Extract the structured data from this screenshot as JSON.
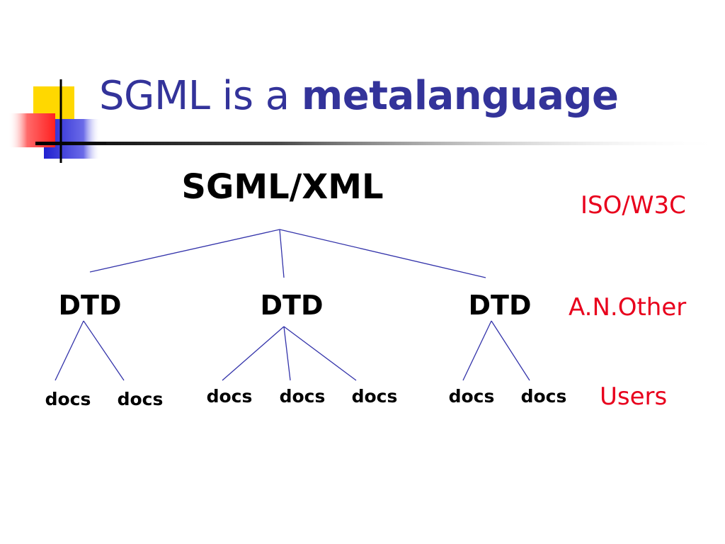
{
  "slide": {
    "title_plain": "SGML is a ",
    "title_bold": "metalanguage"
  },
  "tree": {
    "root": "SGML/XML",
    "dtds": [
      {
        "label": "DTD",
        "docs": [
          "docs",
          "docs"
        ]
      },
      {
        "label": "DTD",
        "docs": [
          "docs",
          "docs",
          "docs"
        ]
      },
      {
        "label": "DTD",
        "docs": [
          "docs",
          "docs"
        ]
      }
    ]
  },
  "levels": {
    "standards": "ISO/W3C",
    "dtd_authors": "A.N.Other",
    "users": "Users"
  },
  "colors": {
    "title": "#33339a",
    "text": "#000000",
    "level_labels": "#e8001c",
    "tree_lines": "#3333aa",
    "logo_yellow": "#ffd800",
    "logo_blue": "#2b2bd6",
    "logo_red": "#ff2b2b"
  }
}
